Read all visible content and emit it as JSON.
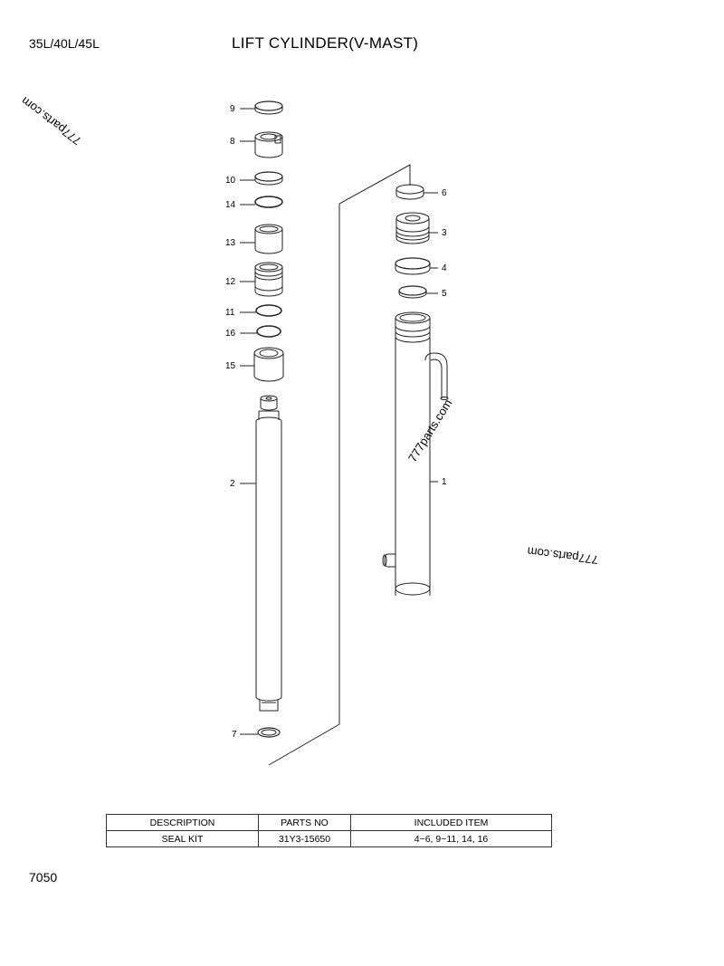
{
  "header": {
    "model": "35L/40L/45L",
    "title": "LIFT CYLINDER(V-MAST)"
  },
  "watermarks": [
    "777parts.com",
    "777parts.com",
    "777parts.com"
  ],
  "callouts": [
    "9",
    "8",
    "10",
    "14",
    "13",
    "12",
    "11",
    "16",
    "15",
    "2",
    "7",
    "6",
    "3",
    "4",
    "5",
    "1"
  ],
  "kit_table": {
    "headers": [
      "DESCRIPTION",
      "PARTS NO",
      "INCLUDED ITEM"
    ],
    "rows": [
      [
        "SEAL KIT",
        "31Y3-15650",
        "4~6, 9~11, 14, 16"
      ]
    ]
  },
  "page_number": "7050"
}
